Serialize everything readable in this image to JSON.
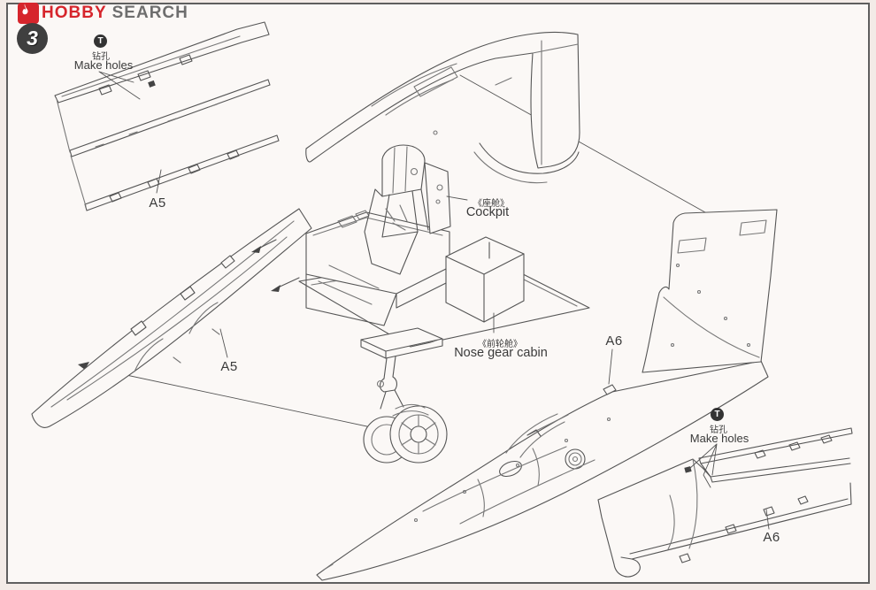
{
  "page": {
    "frame_color": "#5f5f5f",
    "paper_color": "#fbf8f6",
    "margin_color": "#f3ebe7",
    "line_color": "#555555"
  },
  "header": {
    "logo": {
      "icon": "flame-icon",
      "brand": "HOBBY",
      "suffix": "SEARCH",
      "brand_color": "#d6252c",
      "suffix_color": "#6e6e6e"
    },
    "step_number": "3"
  },
  "annotations": {
    "make_holes_left": {
      "symbol": "T",
      "label_zh": "钻孔",
      "label_en": "Make holes"
    },
    "make_holes_right": {
      "symbol": "T",
      "label_zh": "钻孔",
      "label_en": "Make holes"
    },
    "cockpit": {
      "label_zh": "《座舱》",
      "label_en": "Cockpit"
    },
    "nose_gear_cabin": {
      "label_zh": "《前轮舱》",
      "label_en": "Nose gear cabin"
    }
  },
  "part_labels": {
    "spine_insert_left": "A5",
    "fuselage_left": "A5",
    "fuselage_right": "A6",
    "spine_insert_right": "A6"
  },
  "illustrations": [
    "left-spine-insert-part",
    "left-fuselage-half",
    "upper-nose-section",
    "cockpit-tub-with-ejection-seat",
    "cockpit-floor-plate",
    "nose-gear-cabin-box",
    "nose-landing-gear-with-twin-wheels",
    "right-fuselage-half-with-tail-panel",
    "right-spine-insert-part"
  ]
}
